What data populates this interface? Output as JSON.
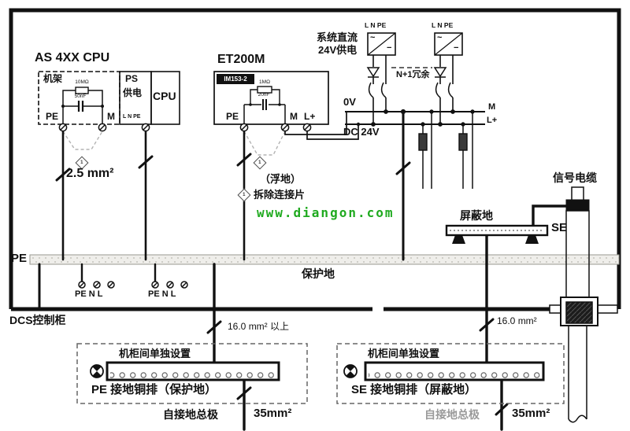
{
  "as_section": {
    "title": "AS 4XX CPU",
    "rack_label": "机架",
    "resistor_value": "10MΩ",
    "capacitor_value": "50nF",
    "pe_label": "PE",
    "m_label": "M",
    "wire_size": "2.5 mm²",
    "note_marker": "1"
  },
  "ps_box": {
    "line1": "PS",
    "line2": "供电",
    "terminals": "L N PE"
  },
  "cpu_box": {
    "label": "CPU"
  },
  "et_section": {
    "title": "ET200M",
    "module_label": "IM153-2",
    "resistor_value": "1MΩ",
    "capacitor_value": "20nF",
    "pe_label": "PE",
    "m_label": "M",
    "lplus_label": "L+",
    "floating_note": "（浮地）",
    "note_marker": "1"
  },
  "legend": {
    "note_marker": "1",
    "text": "拆除连接片"
  },
  "watermark": {
    "url": "www.diangon.com"
  },
  "psu_section": {
    "title_line1": "系统直流",
    "title_line2": "24V供电",
    "psu1_terminals": "L N PE",
    "psu2_terminals": "L N PE",
    "ac_symbol": "~",
    "dc_symbol": "−",
    "redundancy_label": "N+1冗余"
  },
  "dc_bus": {
    "top_left": "0V",
    "bottom_left": "DC 24V",
    "top_right": "M",
    "bottom_right": "L+"
  },
  "pe_bus": {
    "label": "PE",
    "name": "保护地"
  },
  "terminals": {
    "group1": "PE N L",
    "group2": "PE N L"
  },
  "cabinet": {
    "label": "DCS控制柜"
  },
  "risers": {
    "left_size": "16.0 mm² 以上",
    "right_size": "16.0 mm²"
  },
  "shield": {
    "busbar_label": "屏蔽地",
    "se_label": "SE",
    "cable_label": "信号电缆"
  },
  "earth_left": {
    "note": "机柜间单独设置",
    "bar_label": "PE 接地铜排（保护地）",
    "electrode_label": "自接地总极",
    "wire_size": "35mm²"
  },
  "earth_right": {
    "note": "机柜间单独设置",
    "bar_label": "SE 接地铜排（屏蔽地）",
    "electrode_label": "自接地总极",
    "wire_size": "35mm²"
  }
}
